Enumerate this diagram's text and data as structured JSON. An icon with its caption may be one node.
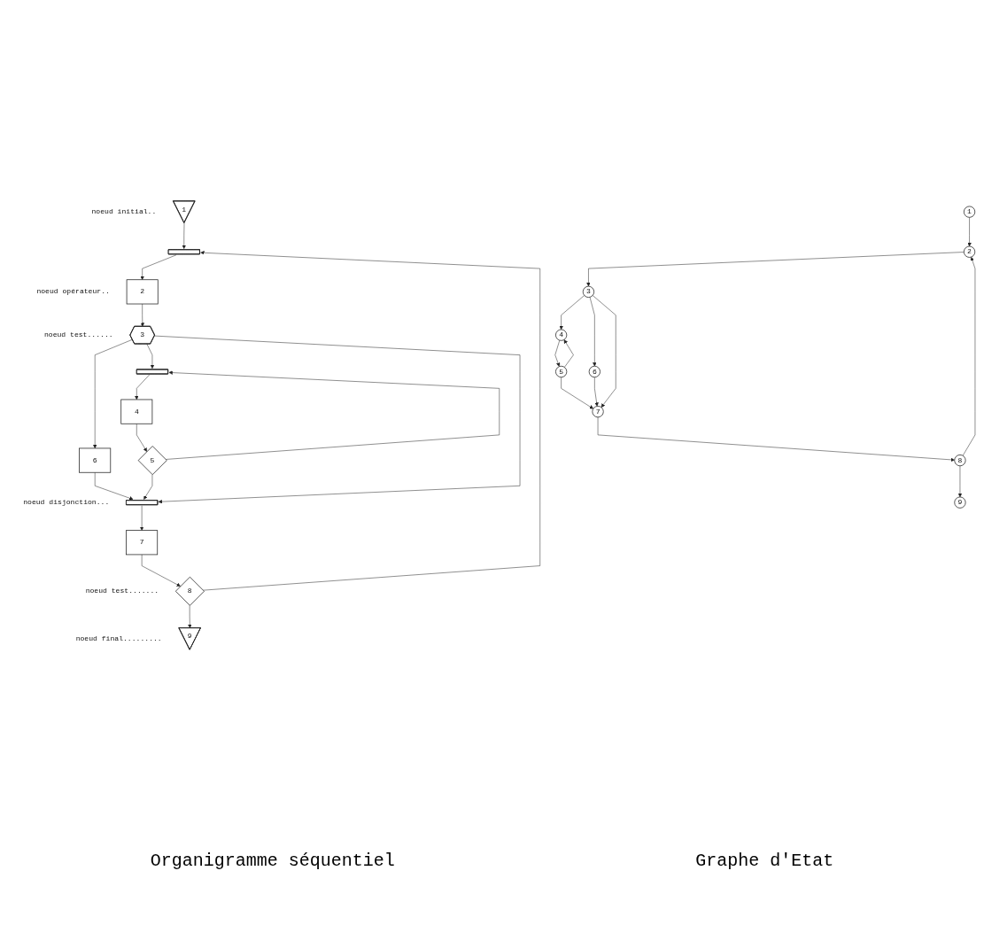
{
  "diagram": {
    "nodes": [
      {
        "text": [
          "1"
        ],
        "beside": [
          "noeud initial.."
        ]
      },
      {
        "text": [],
        "shape": "bar"
      },
      {
        "text": [
          "2"
        ],
        "beside": [
          "noeud opérateur.."
        ]
      },
      {
        "text": [
          "3"
        ],
        "beside": [
          "noeud test......"
        ]
      },
      {
        "text": [],
        "shape": "bar"
      },
      {
        "text": [
          "4"
        ]
      },
      {
        "text": [
          "6"
        ]
      },
      {
        "text": [
          "5"
        ]
      },
      {
        "text": [],
        "shape": "bar",
        "beside": [
          "noeud disjonction..."
        ]
      },
      {
        "text": [
          "7"
        ]
      },
      {
        "text": [
          "8"
        ],
        "beside": [
          "noeud test......."
        ]
      },
      {
        "text": [
          "9"
        ],
        "beside": [
          "noeud final........."
        ]
      },
      {
        "text": [
          "1"
        ]
      },
      {
        "text": [
          "2"
        ]
      },
      {
        "text": [
          "3"
        ]
      },
      {
        "text": [
          "4"
        ]
      },
      {
        "text": [
          "6"
        ]
      },
      {
        "text": [
          "5"
        ]
      },
      {
        "text": [
          "7"
        ]
      },
      {
        "text": [
          "8"
        ]
      },
      {
        "text": [
          "9"
        ]
      }
    ],
    "edges": [
      {
        "from": 0,
        "to": 1,
        "arrow": "to"
      },
      {
        "from": 10,
        "to": 1,
        "arrow": "to"
      },
      {
        "from": 1,
        "to": 2,
        "arrow": "to"
      },
      {
        "from": 2,
        "to": 3,
        "arrow": "to"
      },
      {
        "from": 3,
        "to": 6,
        "arrow": "to"
      },
      {
        "from": 3,
        "to": 4,
        "arrow": "to"
      },
      {
        "from": 7,
        "to": 4,
        "arrow": "to"
      },
      {
        "from": 4,
        "to": 5,
        "arrow": "to"
      },
      {
        "from": 5,
        "to": 7,
        "arrow": "to"
      },
      {
        "from": 3,
        "to": 8,
        "arrow": "to"
      },
      {
        "from": 6,
        "to": 8,
        "arrow": "to"
      },
      {
        "from": 7,
        "to": 8,
        "arrow": "to"
      },
      {
        "from": 8,
        "to": 9,
        "arrow": "to"
      },
      {
        "from": 9,
        "to": 10,
        "arrow": "to"
      },
      {
        "from": 10,
        "to": 11,
        "arrow": "to"
      },
      {
        "from": 12,
        "to": 13,
        "arrow": "to"
      },
      {
        "from": 13,
        "to": 14,
        "arrow": "to"
      },
      {
        "from": 14,
        "to": 15,
        "arrow": "to"
      },
      {
        "from": 14,
        "to": 16,
        "arrow": "to"
      },
      {
        "from": 14,
        "to": 18,
        "arrow": "to"
      },
      {
        "from": 15,
        "to": 17,
        "arrow": "to"
      },
      {
        "from": 17,
        "to": 15,
        "arrow": "to"
      },
      {
        "from": 17,
        "to": 18,
        "arrow": "to"
      },
      {
        "from": 16,
        "to": 18,
        "arrow": "to"
      },
      {
        "from": 18,
        "to": 19,
        "arrow": "to"
      },
      {
        "from": 19,
        "to": 13,
        "arrow": "to"
      },
      {
        "from": 19,
        "to": 20,
        "arrow": "to"
      }
    ],
    "labels": [
      "Organigramme séquentiel",
      "Graphe d'Etat"
    ]
  }
}
